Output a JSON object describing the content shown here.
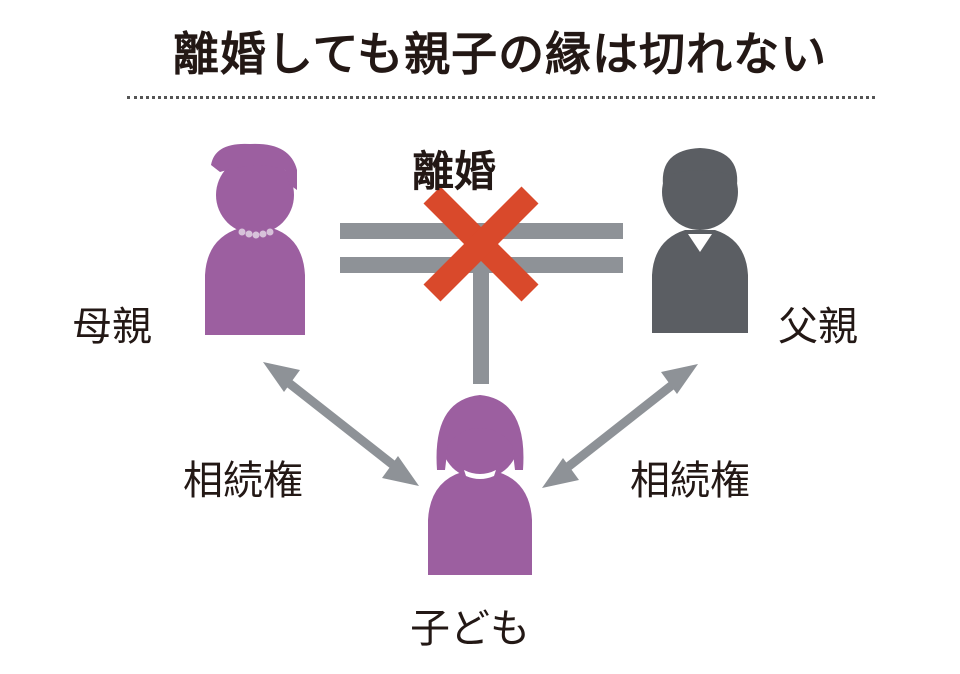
{
  "title": "離婚しても親子の縁は切れない",
  "labels": {
    "divorce": "離婚",
    "mother": "母親",
    "father": "父親",
    "child": "子ども",
    "inheritance_left": "相続権",
    "inheritance_right": "相続権"
  },
  "colors": {
    "mother": "#9c5fa0",
    "child": "#9c5fa0",
    "father": "#5b5e63",
    "connector": "#8e9297",
    "cross": "#d9492b"
  }
}
